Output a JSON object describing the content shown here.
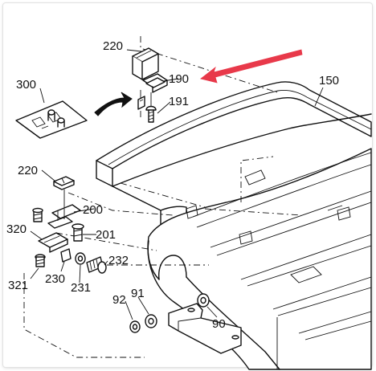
{
  "callouts": {
    "c300": "300",
    "c220_top": "220",
    "c190": "190",
    "c191": "191",
    "c150": "150",
    "c220_left": "220",
    "c200": "200",
    "c320": "320",
    "c201": "201",
    "c232": "232",
    "c321": "321",
    "c230": "230",
    "c231": "231",
    "c92": "92",
    "c91": "91",
    "c90": "90"
  },
  "colors": {
    "highlight_arrow": "#e8394a",
    "ink": "#111111",
    "frame_shadow": "#e2e2e2"
  }
}
